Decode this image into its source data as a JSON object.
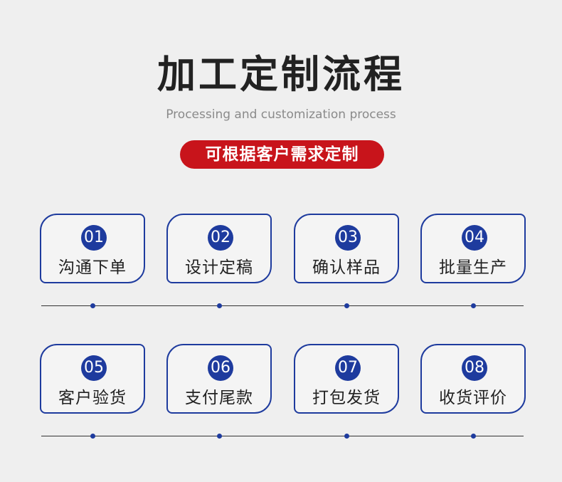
{
  "header": {
    "title": "加工定制流程",
    "subtitle": "Processing and customization process",
    "pill": "可根据客户需求定制"
  },
  "steps": [
    {
      "num": "01",
      "label": "沟通下单"
    },
    {
      "num": "02",
      "label": "设计定稿"
    },
    {
      "num": "03",
      "label": "确认样品"
    },
    {
      "num": "04",
      "label": "批量生产"
    },
    {
      "num": "05",
      "label": "客户验货"
    },
    {
      "num": "06",
      "label": "支付尾款"
    },
    {
      "num": "07",
      "label": "打包发货"
    },
    {
      "num": "08",
      "label": "收货评价"
    }
  ],
  "colors": {
    "background": "#efefef",
    "accent_blue": "#1e3b9e",
    "accent_red": "#c8141b",
    "title_text": "#222222",
    "subtitle_text": "#8a8a8a"
  }
}
